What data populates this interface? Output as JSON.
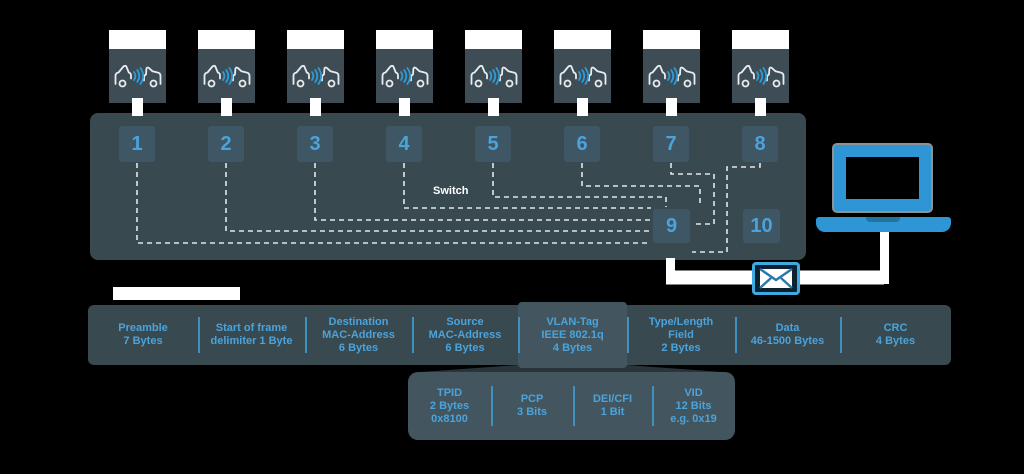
{
  "colors": {
    "background": "#000000",
    "panel": "#394950",
    "device_box": "#3d4c55",
    "port_box": "#3f5664",
    "accent_blue": "#4ba3db",
    "icon_wave_blue": "#2e9bd6",
    "laptop_blue": "#2f96d6",
    "highlight_cell": "#43565f",
    "connector_white": "#ffffff"
  },
  "icons": {
    "device": "car-to-car-radar-icon",
    "laptop": "laptop-icon",
    "envelope": "email-envelope-icon"
  },
  "switch": {
    "label": "Switch",
    "ports": [
      "1",
      "2",
      "3",
      "4",
      "5",
      "6",
      "7",
      "8",
      "9",
      "10"
    ]
  },
  "frame": {
    "fields": [
      {
        "lines": [
          "Preamble",
          "7 Bytes",
          ""
        ]
      },
      {
        "lines": [
          "Start of frame",
          "delimiter 1 Byte",
          ""
        ]
      },
      {
        "lines": [
          "Destination",
          "MAC-Address",
          "6 Bytes"
        ]
      },
      {
        "lines": [
          "Source",
          "MAC-Address",
          "6 Bytes"
        ]
      },
      {
        "lines": [
          "VLAN-Tag",
          "IEEE 802.1q",
          "4 Bytes"
        ],
        "highlight": true
      },
      {
        "lines": [
          "Type/Length",
          "Field",
          "2 Bytes"
        ]
      },
      {
        "lines": [
          "Data",
          "46-1500 Bytes",
          ""
        ]
      },
      {
        "lines": [
          "CRC",
          "4 Bytes",
          ""
        ]
      }
    ]
  },
  "vlan_detail": {
    "fields": [
      {
        "lines": [
          "TPID",
          "2 Bytes",
          "0x8100"
        ]
      },
      {
        "lines": [
          "PCP",
          "3 Bits",
          ""
        ]
      },
      {
        "lines": [
          "DEI/CFI",
          "1 Bit",
          ""
        ]
      },
      {
        "lines": [
          "VID",
          "12 Bits",
          "e.g. 0x19"
        ]
      }
    ]
  }
}
